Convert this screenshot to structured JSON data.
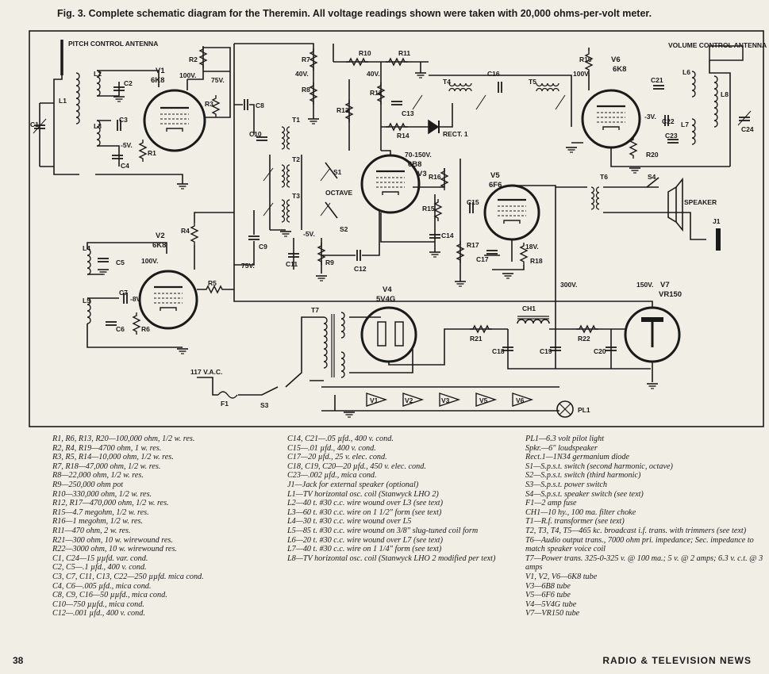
{
  "caption": "Fig. 3.  Complete schematic diagram for the Theremin.  All voltage readings shown were taken with 20,000 ohms-per-volt meter.",
  "footer": {
    "page": "38",
    "journal": "RADIO & TELEVISION NEWS"
  },
  "labels": {
    "pitch_antenna": "PITCH CONTROL ANTENNA",
    "volume_antenna": "VOLUME CONTROL ANTENNA",
    "v1": "V1",
    "v1_type": "6K8",
    "v2": "V2",
    "v2_type": "6K8",
    "v3": "V3",
    "v3_type": "6B8",
    "v3_volt": "70-150V.",
    "v4": "V4",
    "v4_type": "5V4G",
    "v5": "V5",
    "v5_type": "6F6",
    "v6": "V6",
    "v6_type": "6K8",
    "v7": "V7",
    "v7_type": "VR150",
    "l1": "L1",
    "l2": "L2",
    "l3": "L3",
    "l4": "L4",
    "l5": "L5",
    "l6": "L6",
    "l7": "L7",
    "l8": "L8",
    "c1": "C1",
    "c2": "C2",
    "c3": "C3",
    "c4": "C4",
    "c5": "C5",
    "c6": "C6",
    "c7": "C7",
    "c8": "C8",
    "c9": "C9",
    "c10": "C10",
    "c11": "C11",
    "c12": "C12",
    "c13": "C13",
    "c14": "C14",
    "c15": "C15",
    "c16": "C16",
    "c17": "C17",
    "c18": "C18",
    "c19": "C19",
    "c20": "C20",
    "c21": "C21",
    "c22": "C22",
    "c23": "C23",
    "c24": "C24",
    "r1": "R1",
    "r2": "R2",
    "r3": "R3",
    "r4": "R4",
    "r5": "R5",
    "r6": "R6",
    "r7": "R7",
    "r8": "R8",
    "r9": "R9",
    "r10": "R10",
    "r11": "R11",
    "r12": "R12",
    "r13": "R13",
    "r14": "R14",
    "r15": "R15",
    "r16": "R16",
    "r17": "R17",
    "r18": "R18",
    "r19": "R19",
    "r20": "R20",
    "r21": "R21",
    "r22": "R22",
    "t1": "T1",
    "t2": "T2",
    "t3": "T3",
    "t4": "T4",
    "t5": "T5",
    "t6": "T6",
    "t7": "T7",
    "s1": "S1",
    "s2": "S2",
    "s3": "S3",
    "s4": "S4",
    "f1": "F1",
    "j1": "J1",
    "ch1": "CH1",
    "pl1": "PL1",
    "rect1": "RECT. 1",
    "octave": "OCTAVE",
    "speaker": "SPEAKER",
    "vac": "117 V.A.C.",
    "v100a": "100V.",
    "v100b": "100V.",
    "v100c": "100V.",
    "v75a": "75V.",
    "v75b": "75V.",
    "v40a": "40V.",
    "v40b": "40V.",
    "n5a": "-5V.",
    "n5b": "-5V.",
    "n8": "-8V.",
    "n3": "-3V.",
    "v18": "18V.",
    "v300": "300V.",
    "v150": "150V.",
    "h_v1": "V1",
    "h_v2": "V2",
    "h_v3": "V3",
    "h_v5": "V5",
    "h_v6": "V6"
  },
  "parts_list": {
    "col1": [
      "R1, R6, R13, R20—100,000 ohm, 1/2 w. res.",
      "R2, R4, R19—4700 ohm, 1 w. res.",
      "R3, R5, R14—10,000 ohm, 1/2 w. res.",
      "R7, R18—47,000 ohm, 1/2 w. res.",
      "R8—22,000 ohm, 1/2 w. res.",
      "R9—250,000 ohm pot",
      "R10—330,000 ohm, 1/2 w. res.",
      "R12, R17—470,000 ohm, 1/2 w. res.",
      "R15—4.7 megohm, 1/2 w. res.",
      "R16—1 megohm, 1/2 w. res.",
      "R11—470 ohm, 2 w. res.",
      "R21—300 ohm, 10 w. wirewound res.",
      "R22—3000 ohm, 10 w. wirewound res.",
      "C1, C24—15 µµfd. var. cond.",
      "C2, C5—.1 µfd., 400 v. cond.",
      "C3, C7, C11, C13, C22—250 µµfd. mica cond.",
      "C4, C6—.005 µfd., mica cond.",
      "C8, C9, C16—50 µµfd., mica cond.",
      "C10—750 µµfd., mica cond.",
      "C12—.001 µfd., 400 v. cond."
    ],
    "col2": [
      "C14, C21—.05 µfd., 400 v. cond.",
      "C15—.01 µfd., 400 v. cond.",
      "C17—20 µfd., 25 v. elec. cond.",
      "C18, C19, C20—20 µfd., 450 v. elec. cond.",
      "C23—.002 µfd., mica cond.",
      "J1—Jack for external speaker (optional)",
      "L1—TV horizontal osc. coil (Stanwyck LHO 2)",
      "L2—40 t. #30 c.c. wire wound over L3 (see text)",
      "L3—60 t. #30 c.c. wire on 1 1/2\" form (see text)",
      "L4—30 t. #30 c.c. wire wound over L5",
      "L5—85 t. #30 c.c. wire wound on 3/8\" slug-tuned coil form",
      "L6—20 t. #30 c.c. wire wound over L7 (see text)",
      "L7—40 t. #30 c.c. wire on 1 1/4\" form (see text)",
      "L8—TV horizontal osc. coil (Stanwyck LHO 2 modified per text)"
    ],
    "col3": [
      "PL1—6.3 volt pilot light",
      "Spkr.—6\" loudspeaker",
      "Rect.1—1N34 germanium diode",
      "S1—S.p.s.t. switch (second harmonic, octave)",
      "S2—S.p.s.t. switch (third harmonic)",
      "S3—S.p.s.t. power switch",
      "S4—S.p.s.t. speaker switch (see text)",
      "F1—2 amp fuse",
      "CH1—10 hy., 100 ma. filter choke",
      "T1—R.f. transformer (see text)",
      "T2, T3, T4, T5—465 kc. broadcast i.f. trans. with trimmers (see text)",
      "T6—Audio output trans., 7000 ohm pri. impedance; Sec. impedance to match speaker voice coil",
      "T7—Power trans. 325-0-325 v. @ 100 ma.; 5 v. @ 2 amps; 6.3 v. c.t. @ 3 amps",
      "V1, V2, V6—6K8 tube",
      "V3—6B8 tube",
      "V5—6F6 tube",
      "V4—5V4G tube",
      "V7—VR150 tube"
    ]
  }
}
